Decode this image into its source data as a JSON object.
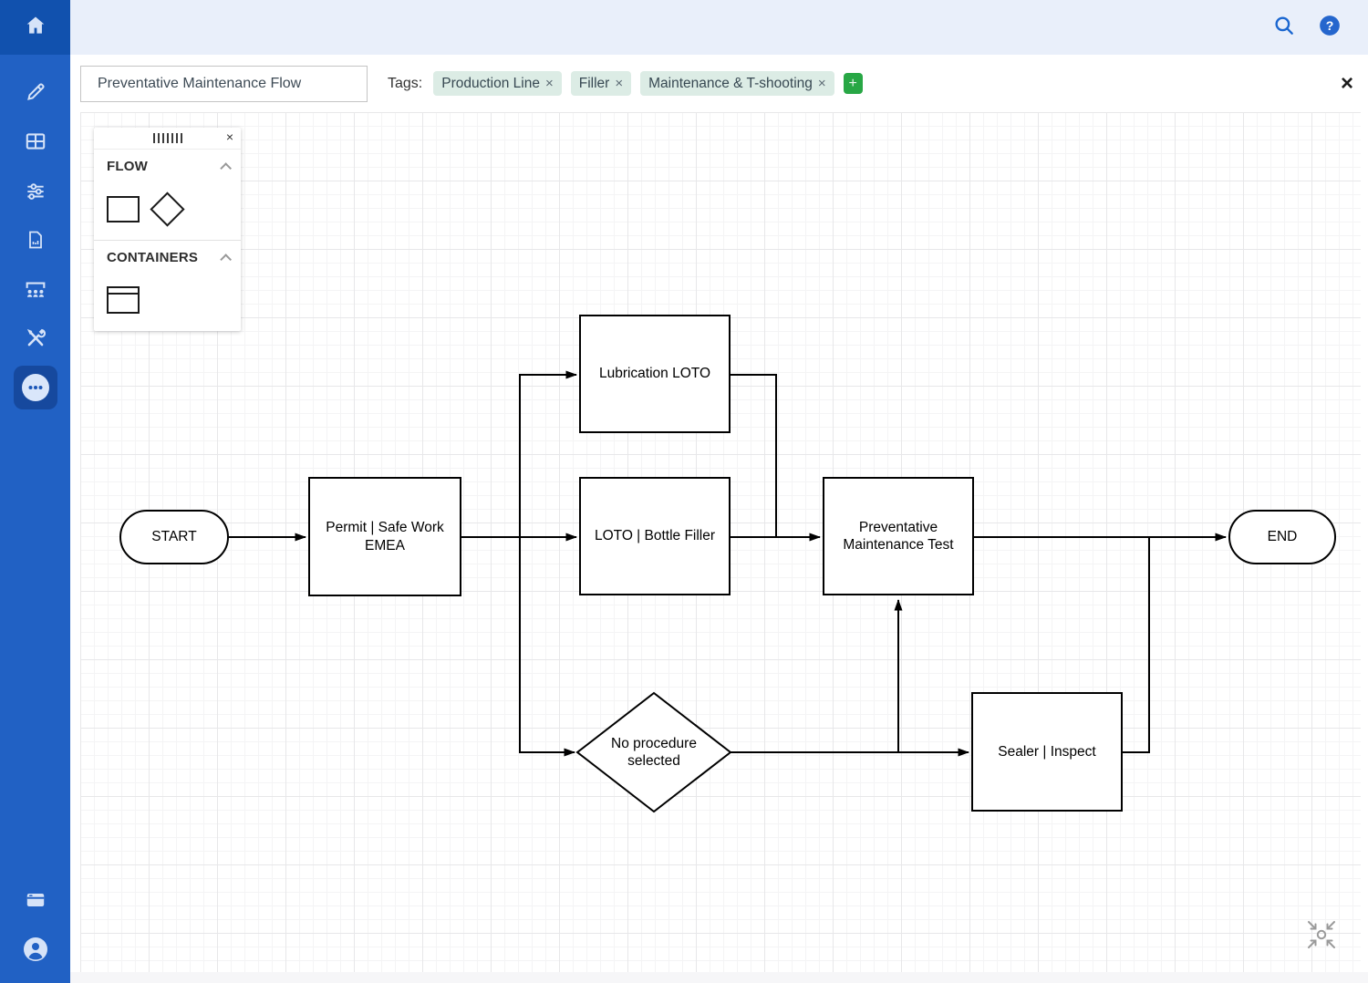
{
  "header": {
    "search_icon": "search-magnifier",
    "help_icon": "question-mark-circle"
  },
  "sidebar": {
    "items": [
      {
        "icon": "home"
      },
      {
        "icon": "pencil"
      },
      {
        "icon": "table"
      },
      {
        "icon": "sliders"
      },
      {
        "icon": "report-document"
      },
      {
        "icon": "presentation-audience"
      },
      {
        "icon": "tools"
      },
      {
        "icon": "more-ellipsis",
        "active": true
      },
      {
        "icon": "window"
      },
      {
        "icon": "account"
      }
    ]
  },
  "toolbar": {
    "title_value": "Preventative Maintenance Flow",
    "tags_label": "Tags:",
    "tags": [
      {
        "label": "Production Line"
      },
      {
        "label": "Filler"
      },
      {
        "label": "Maintenance & T-shooting"
      }
    ],
    "tag_remove_glyph": "×",
    "add_tag_label": "+",
    "close_glyph": "×"
  },
  "palette": {
    "grip_icon": "drag-handle",
    "close_glyph": "×",
    "sections": [
      {
        "title": "FLOW",
        "shapes": [
          "rectangle",
          "diamond"
        ]
      },
      {
        "title": "CONTAINERS",
        "shapes": [
          "container"
        ]
      }
    ]
  },
  "flowchart": {
    "start": "START",
    "permit": "Permit | Safe Work EMEA",
    "lubrication": "Lubrication LOTO",
    "loto": "LOTO | Bottle Filler",
    "pmt": "Preventative Maintenance Test",
    "decision": "No procedure selected",
    "sealer": "Sealer | Inspect",
    "end": "END"
  },
  "colors": {
    "sidebar_blue": "#2161c4",
    "sidebar_dark_blue": "#1151ae",
    "active_item_blue": "#16499e",
    "icon_light": "#d6e3f8",
    "header_strip": "#e9effa",
    "tag_bg": "#dcece5",
    "add_green": "#28a745",
    "node_stroke": "#000000",
    "grid_minor": "#f4f4f5",
    "grid_major": "#e7e7e9",
    "collapse_gray": "#9a9a9a"
  }
}
